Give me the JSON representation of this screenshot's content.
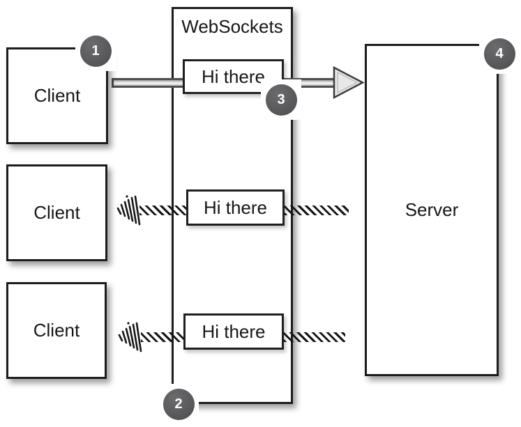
{
  "diagram": {
    "title": "WebSockets",
    "server": {
      "label": "Server",
      "badge": "4"
    },
    "clients": [
      {
        "label": "Client",
        "badge": "1"
      },
      {
        "label": "Client"
      },
      {
        "label": "Client"
      }
    ],
    "messages": [
      {
        "text": "Hi there",
        "badge": "3"
      },
      {
        "text": "Hi there"
      },
      {
        "text": "Hi there"
      }
    ],
    "badges": [
      "1",
      "2",
      "3",
      "4"
    ],
    "colors": {
      "badge_bg": "#58585a",
      "badge_text": "#ffffff",
      "box_border": "#1c1c1c",
      "arrow_fill": "#e8e8e8",
      "hatch": "#141414",
      "background": "#ffffff"
    }
  }
}
